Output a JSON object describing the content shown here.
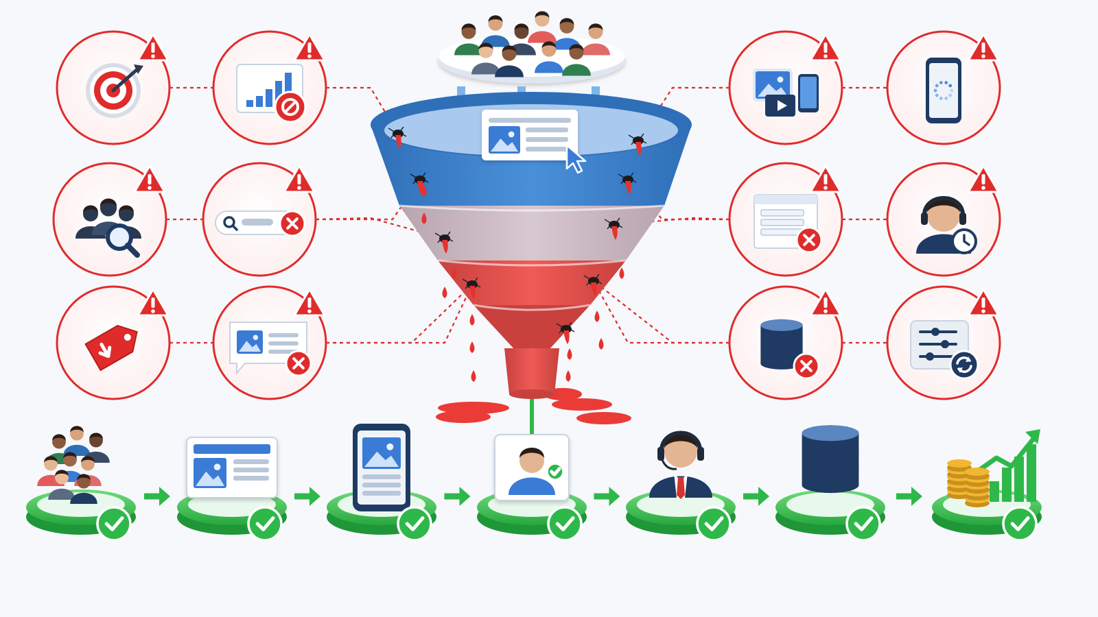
{
  "colors": {
    "danger": "#e02b2b",
    "danger_light": "#fdeeee",
    "success": "#2fb84a",
    "success_dark": "#1f9638",
    "funnel_top": "#4a90d9",
    "funnel_top_dark": "#2f6fb8",
    "funnel_mid": "#d8c8cf",
    "funnel_mid_dark": "#b8a4ae",
    "funnel_bottom": "#ef5b56",
    "funnel_bottom_dark": "#c8413d",
    "navy": "#1f3b63",
    "ui_blue": "#3a7bd5",
    "ui_panel": "#ffffff",
    "ui_bar": "#b9c7d9",
    "gold": "#f1b731"
  },
  "audience": {
    "icon": "audience-group-icon",
    "people": [
      {
        "skin": "#8a5a3c",
        "shirt": "#2f7f4f"
      },
      {
        "skin": "#d9a37b",
        "shirt": "#2f6fb8"
      },
      {
        "skin": "#6b4430",
        "shirt": "#3a4a63"
      },
      {
        "skin": "#e1b690",
        "shirt": "#e35c5c"
      },
      {
        "skin": "#9a6848",
        "shirt": "#3a7bd5"
      },
      {
        "skin": "#d9a37b",
        "shirt": "#e06a6a"
      },
      {
        "skin": "#e8bd98",
        "shirt": "#5b6b83"
      },
      {
        "skin": "#8a5a3c",
        "shirt": "#1f3b63"
      },
      {
        "skin": "#d9a37b",
        "shirt": "#3a7bd5"
      }
    ]
  },
  "leak_nodes": [
    {
      "id": "targeting",
      "icon": "target-bullseye-icon",
      "alert": "warning-triangle-icon"
    },
    {
      "id": "analytics",
      "icon": "broken-analytics-chart-icon",
      "alert": "warning-triangle-icon"
    },
    {
      "id": "audience-research",
      "icon": "audience-search-icon",
      "alert": "warning-triangle-icon"
    },
    {
      "id": "search",
      "icon": "failed-search-bar-icon",
      "alert": "warning-triangle-icon"
    },
    {
      "id": "pricing",
      "icon": "price-drop-tag-icon",
      "alert": "warning-triangle-icon"
    },
    {
      "id": "ad-message",
      "icon": "failed-ad-message-icon",
      "alert": "warning-triangle-icon"
    },
    {
      "id": "creative-media",
      "icon": "creative-media-devices-icon",
      "alert": "warning-triangle-icon"
    },
    {
      "id": "mobile-loading",
      "icon": "slow-mobile-loading-icon",
      "alert": "warning-triangle-icon"
    },
    {
      "id": "web-form",
      "icon": "broken-web-form-icon",
      "alert": "warning-triangle-icon"
    },
    {
      "id": "support-wait",
      "icon": "support-agent-wait-icon",
      "alert": "warning-triangle-icon"
    },
    {
      "id": "data-crm",
      "icon": "failed-database-icon",
      "alert": "warning-triangle-icon"
    },
    {
      "id": "settings-sync",
      "icon": "settings-sync-icon",
      "alert": "warning-triangle-icon"
    }
  ],
  "pipeline_steps": [
    {
      "id": "audience",
      "icon": "audience-group-icon",
      "status": "success-check-icon"
    },
    {
      "id": "ad",
      "icon": "display-ad-icon",
      "status": "success-check-icon"
    },
    {
      "id": "landing",
      "icon": "mobile-landing-page-icon",
      "status": "success-check-icon"
    },
    {
      "id": "lead",
      "icon": "lead-profile-icon",
      "status": "success-check-icon"
    },
    {
      "id": "sales",
      "icon": "sales-agent-icon",
      "status": "success-check-icon"
    },
    {
      "id": "crm",
      "icon": "crm-database-icon",
      "status": "success-check-icon"
    },
    {
      "id": "revenue",
      "icon": "revenue-growth-icon",
      "status": "success-check-icon"
    }
  ]
}
